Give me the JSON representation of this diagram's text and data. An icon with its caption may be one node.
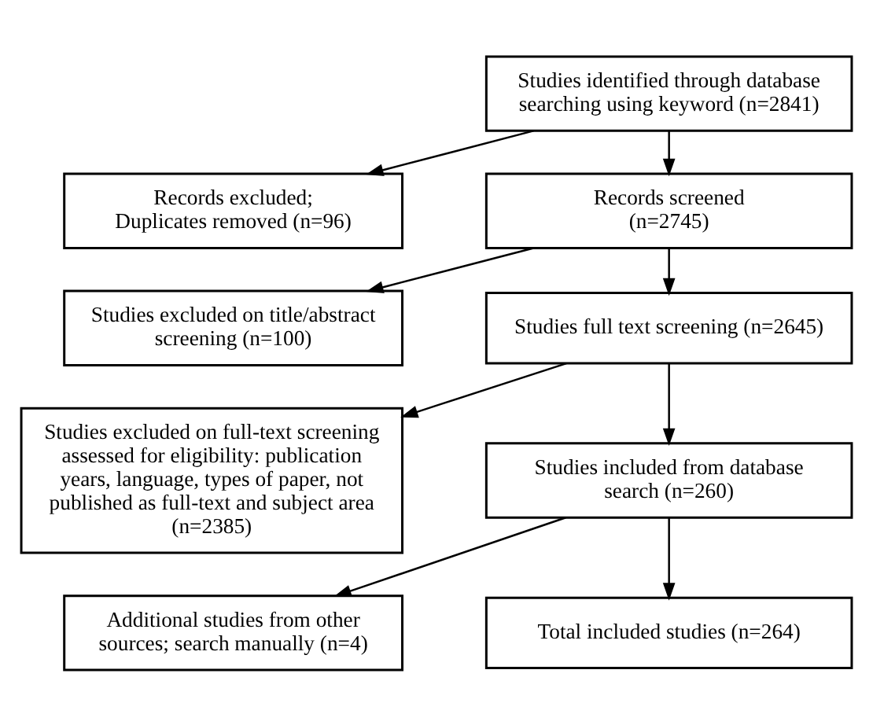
{
  "diagram": {
    "nodes": [
      {
        "text": [
          "Studies identified through database searching using keyword (n=2841)"
        ]
      },
      {
        "text": [
          "Records excluded; Duplicates removed (n=96)"
        ]
      },
      {
        "text": [
          "Records screened (n=2745)"
        ]
      },
      {
        "text": [
          "Studies excluded on title/abstract screening (n=100)"
        ]
      },
      {
        "text": [
          "Studies full text screening (n=2645)"
        ]
      },
      {
        "text": [
          "Studies excluded on full-text screening assessed for eligibility: publication years, language, types of paper, not published as full-text and subject area (n=2385)"
        ]
      },
      {
        "text": [
          "Studies included from database search (n=260)"
        ]
      },
      {
        "text": [
          "Additional studies from other sources; search manually (n=4)"
        ]
      },
      {
        "text": [
          "Total included studies (n=264)"
        ]
      }
    ],
    "edges": [
      {
        "from": 0,
        "to": 1,
        "arrow": "to"
      },
      {
        "from": 0,
        "to": 2,
        "arrow": "to"
      },
      {
        "from": 2,
        "to": 3,
        "arrow": "to"
      },
      {
        "from": 2,
        "to": 4,
        "arrow": "to"
      },
      {
        "from": 4,
        "to": 5,
        "arrow": "to"
      },
      {
        "from": 4,
        "to": 6,
        "arrow": "to"
      },
      {
        "from": 6,
        "to": 7,
        "arrow": "to"
      },
      {
        "from": 6,
        "to": 8,
        "arrow": "to"
      }
    ]
  }
}
